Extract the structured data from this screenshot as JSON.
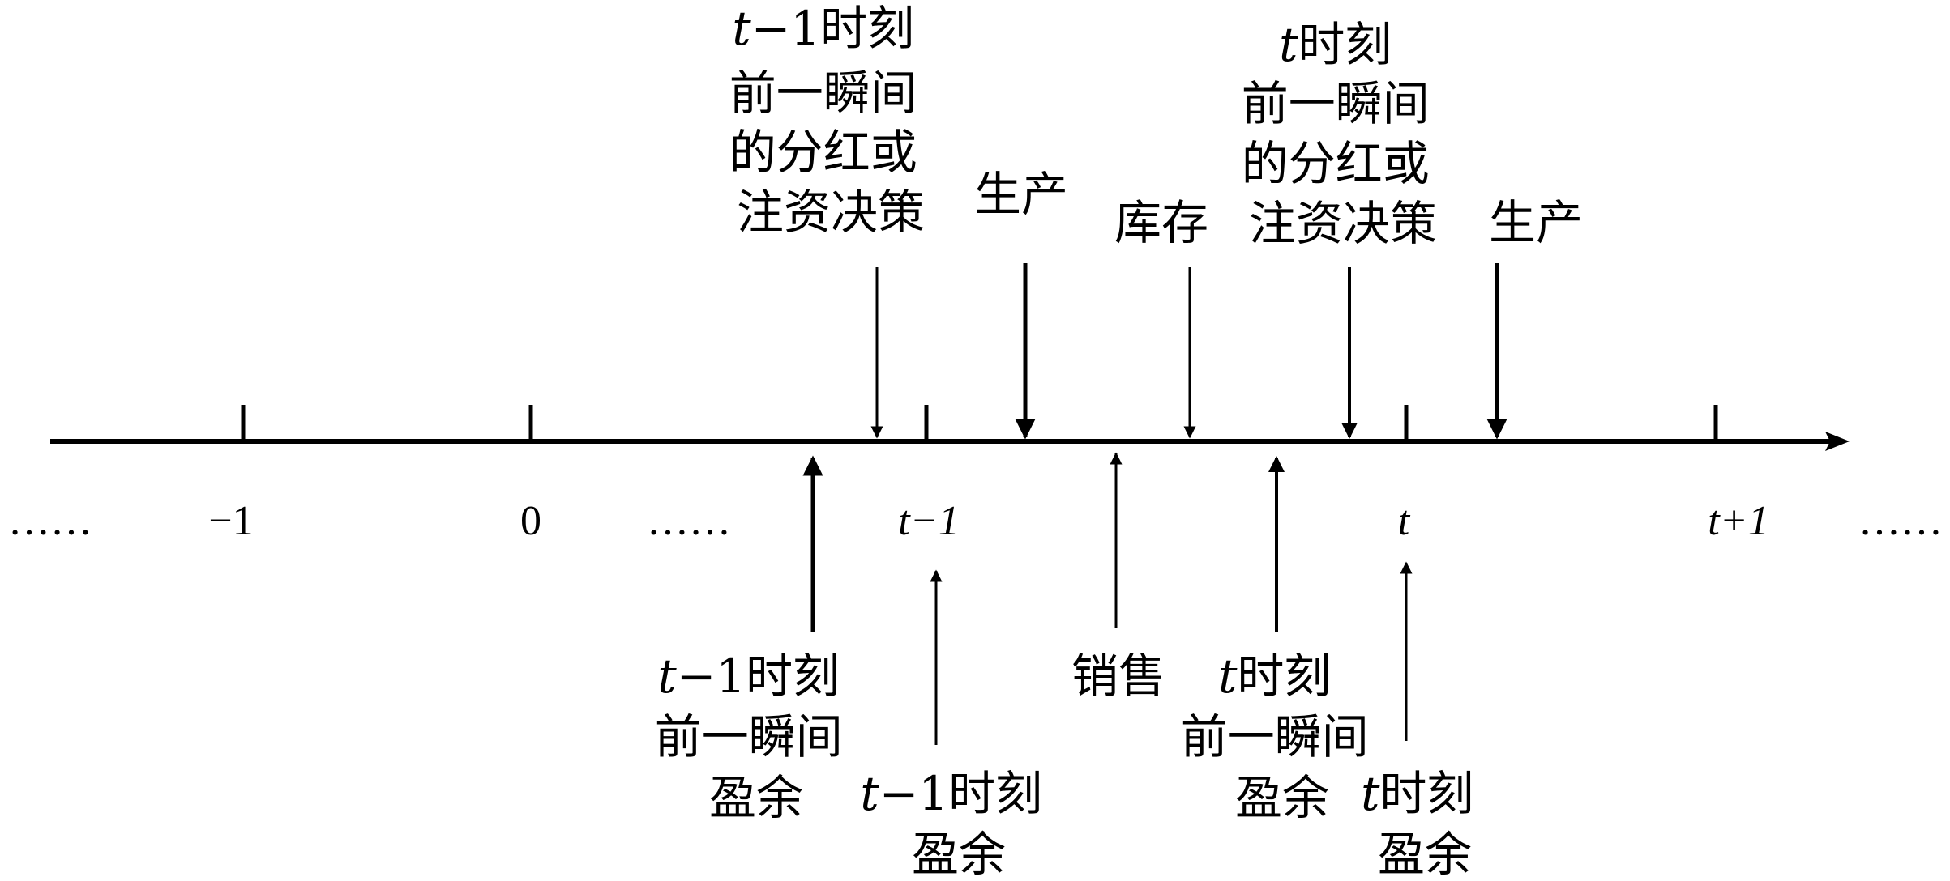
{
  "axis_ticks": [
    {
      "id": "minus-one",
      "label": "−1"
    },
    {
      "id": "zero",
      "label": "0"
    },
    {
      "id": "t-minus-1",
      "label": "t−1"
    },
    {
      "id": "t",
      "label": "t"
    },
    {
      "id": "t-plus-1",
      "label": "t+1"
    }
  ],
  "ellipses": {
    "left": "……",
    "middle": "……",
    "right": "……"
  },
  "events_above": [
    {
      "id": "decision-t-minus-1",
      "lines": [
        "t−1时刻",
        "前一瞬间",
        "的分红或",
        "注资决策"
      ]
    },
    {
      "id": "production-1",
      "lines": [
        "生产"
      ]
    },
    {
      "id": "inventory",
      "lines": [
        "库存"
      ]
    },
    {
      "id": "decision-t",
      "lines": [
        "t时刻",
        "前一瞬间",
        "的分红或",
        "注资决策"
      ]
    },
    {
      "id": "production-2",
      "lines": [
        "生产"
      ]
    }
  ],
  "events_below": [
    {
      "id": "surplus-before-t-minus-1",
      "lines": [
        "t−1时刻",
        "前一瞬间",
        "盈余"
      ]
    },
    {
      "id": "surplus-t-minus-1",
      "lines": [
        "t−1时刻",
        "盈余"
      ]
    },
    {
      "id": "sales",
      "lines": [
        "销售"
      ]
    },
    {
      "id": "surplus-before-t",
      "lines": [
        "t时刻",
        "前一瞬间",
        "盈余"
      ]
    },
    {
      "id": "surplus-t",
      "lines": [
        "t时刻",
        "盈余"
      ]
    }
  ]
}
